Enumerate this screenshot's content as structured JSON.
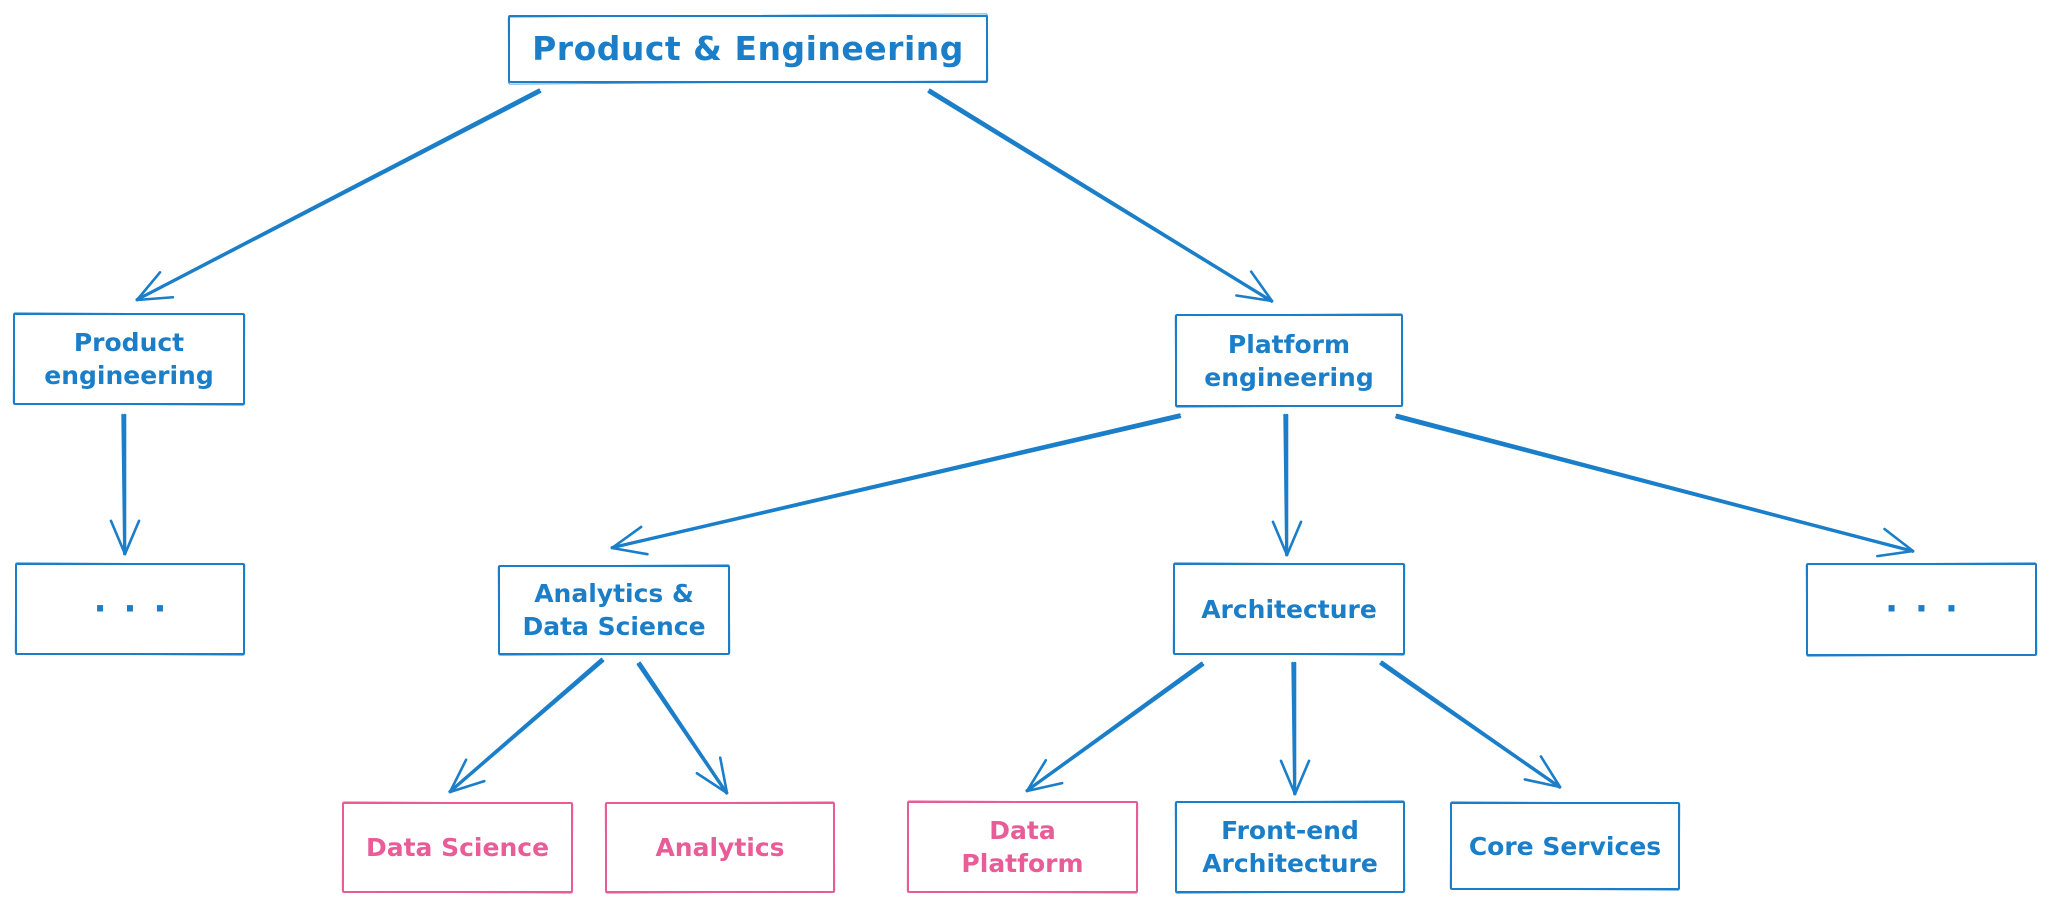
{
  "diagram": {
    "type": "org-chart",
    "style": "hand-drawn",
    "colors": {
      "blue": "#1b7ec9",
      "pink": "#e85d97",
      "background": "#ffffff"
    },
    "nodes": [
      {
        "id": "product-and-engineering",
        "label": "Product & Engineering",
        "color": "blue"
      },
      {
        "id": "product-engineering",
        "label": "Product\nengineering",
        "color": "blue"
      },
      {
        "id": "platform-engineering",
        "label": "Platform\nengineering",
        "color": "blue"
      },
      {
        "id": "ellipsis-left",
        "label": "···",
        "color": "blue"
      },
      {
        "id": "analytics-data-science",
        "label": "Analytics &\nData Science",
        "color": "blue"
      },
      {
        "id": "architecture",
        "label": "Architecture",
        "color": "blue"
      },
      {
        "id": "ellipsis-right",
        "label": "···",
        "color": "blue"
      },
      {
        "id": "data-science",
        "label": "Data Science",
        "color": "pink"
      },
      {
        "id": "analytics",
        "label": "Analytics",
        "color": "pink"
      },
      {
        "id": "data-platform",
        "label": "Data\nPlatform",
        "color": "pink"
      },
      {
        "id": "front-end-architecture",
        "label": "Front-end\nArchitecture",
        "color": "blue"
      },
      {
        "id": "core-services",
        "label": "Core Services",
        "color": "blue"
      }
    ],
    "edges": [
      {
        "from": "product-and-engineering",
        "to": "product-engineering"
      },
      {
        "from": "product-and-engineering",
        "to": "platform-engineering"
      },
      {
        "from": "product-engineering",
        "to": "ellipsis-left"
      },
      {
        "from": "platform-engineering",
        "to": "analytics-data-science"
      },
      {
        "from": "platform-engineering",
        "to": "architecture"
      },
      {
        "from": "platform-engineering",
        "to": "ellipsis-right"
      },
      {
        "from": "analytics-data-science",
        "to": "data-science"
      },
      {
        "from": "analytics-data-science",
        "to": "analytics"
      },
      {
        "from": "architecture",
        "to": "data-platform"
      },
      {
        "from": "architecture",
        "to": "front-end-architecture"
      },
      {
        "from": "architecture",
        "to": "core-services"
      }
    ]
  }
}
